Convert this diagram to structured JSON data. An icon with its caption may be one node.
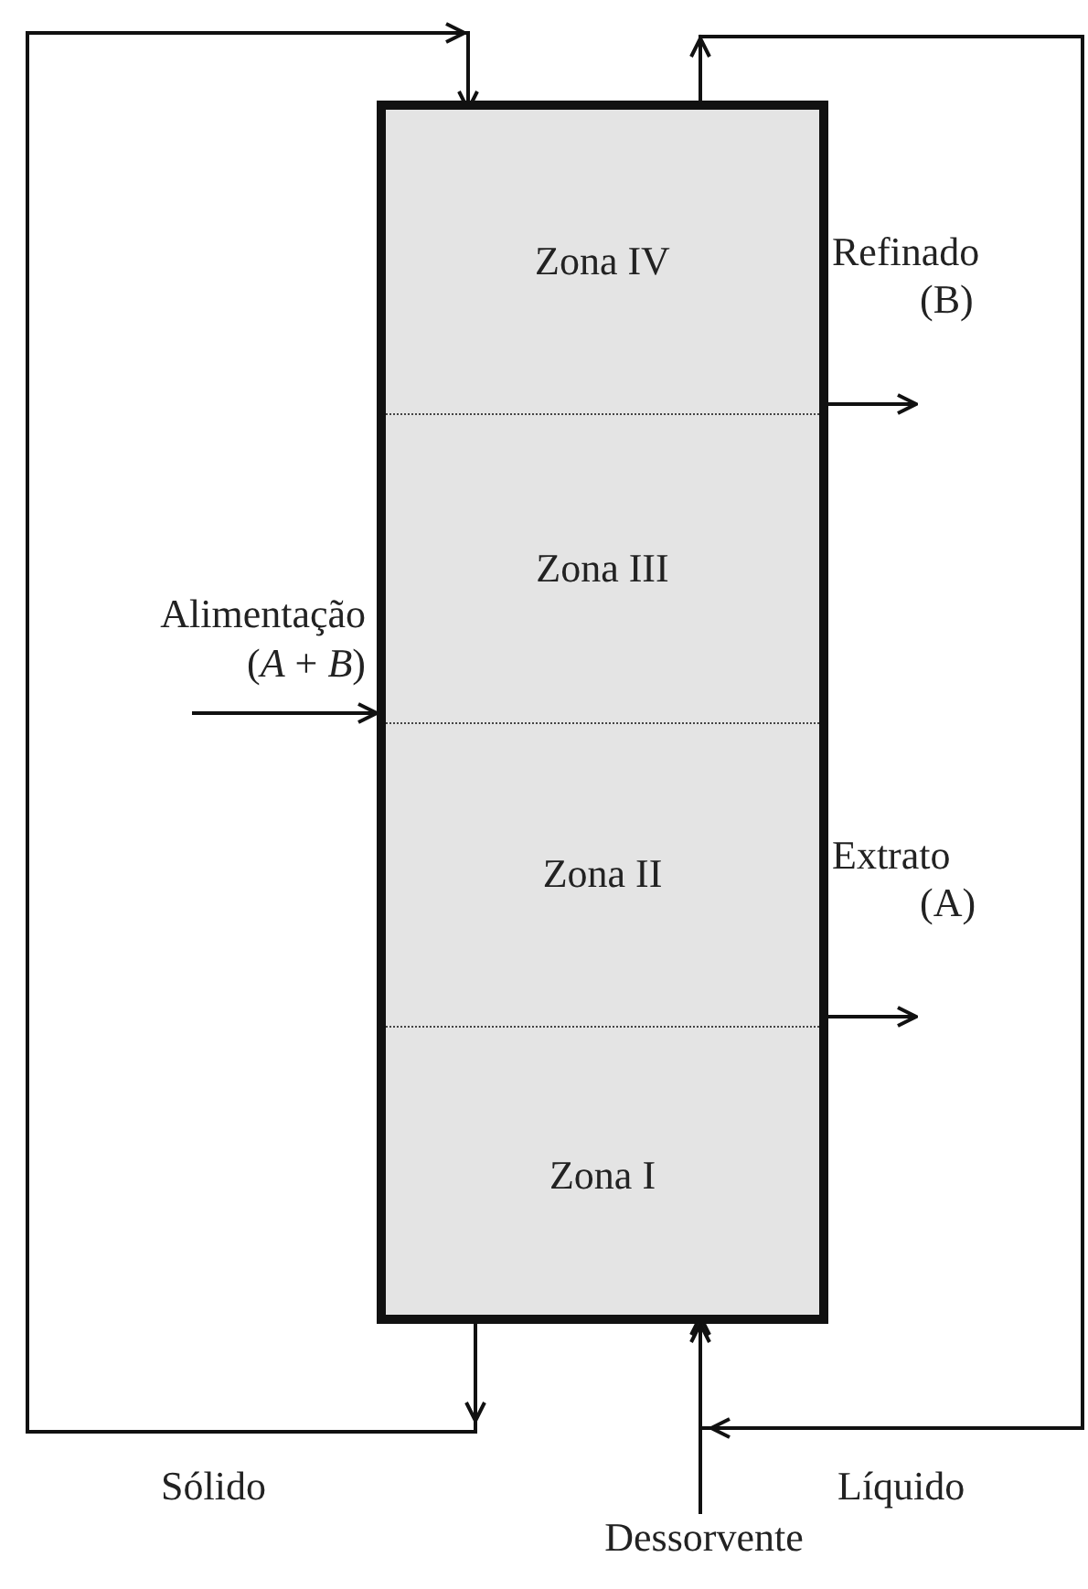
{
  "diagram": {
    "nodes": [
      {
        "text": [],
        "shape": "box"
      },
      {
        "text": [
          "Zona IV"
        ],
        "in": 0
      },
      {
        "text": [
          "Zona III"
        ],
        "in": 0
      },
      {
        "text": [
          "Zona II"
        ],
        "in": 0
      },
      {
        "text": [
          "Zona I"
        ],
        "in": 0
      },
      {
        "text": [
          "Alimentação",
          "(*A* + *B*)"
        ]
      },
      {
        "text": [
          "Refinado",
          "(B)"
        ]
      },
      {
        "text": [
          "Extrato",
          "(A)"
        ]
      },
      {
        "text": [
          "Dessorvente"
        ]
      }
    ],
    "edges": [
      {
        "from": 5,
        "to": 0,
        "arrow": "to"
      },
      {
        "from": 0,
        "to": 6,
        "arrow": "to"
      },
      {
        "from": 0,
        "to": 7,
        "arrow": "to"
      },
      {
        "from": 8,
        "to": 0,
        "arrow": "to"
      },
      {
        "from": 4,
        "to": 1,
        "arrow": "to",
        "label": "Sólido"
      },
      {
        "from": 1,
        "to": 4,
        "arrow": "to",
        "label": "Líquido"
      }
    ]
  }
}
